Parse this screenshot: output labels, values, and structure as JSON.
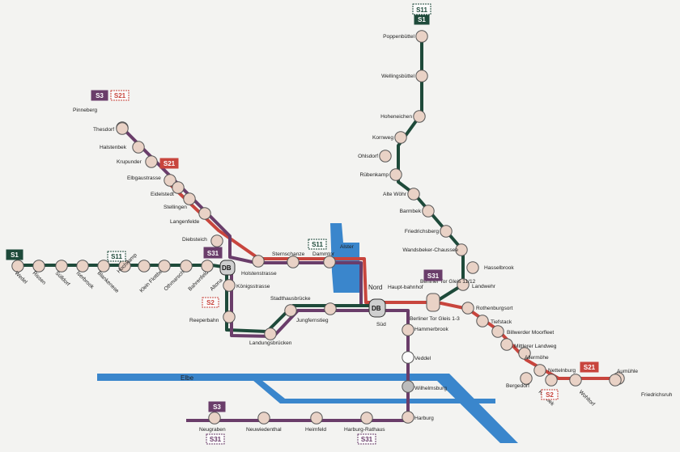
{
  "colors": {
    "S1": "#1e4a3a",
    "S11": "#1e4a3a",
    "S2": "#c8453d",
    "S21": "#c8453d",
    "S3": "#6a3d6a",
    "S31": "#6a3d6a",
    "water": "#3a86cc",
    "station": "#e9d2c6"
  },
  "water": {
    "river": "Elbe",
    "lake": "Alster"
  },
  "hub_labels": {
    "db": "DB",
    "north": "Nord",
    "south": "Süd"
  },
  "badges": [
    {
      "id": "s11-top",
      "text": "S11",
      "style": "outline"
    },
    {
      "id": "s1-top",
      "text": "S1",
      "style": "filled"
    },
    {
      "id": "s3-pinneberg",
      "text": "S3",
      "style": "filled"
    },
    {
      "id": "s21-pinneberg",
      "text": "S21",
      "style": "outline"
    },
    {
      "id": "s21-elbgau",
      "text": "S21",
      "style": "filled"
    },
    {
      "id": "s1-wedel",
      "text": "S1",
      "style": "filled"
    },
    {
      "id": "s11-west",
      "text": "S11",
      "style": "outline"
    },
    {
      "id": "s31-altona",
      "text": "S31",
      "style": "filled"
    },
    {
      "id": "s2-altona",
      "text": "S2",
      "style": "outline"
    },
    {
      "id": "s11-dammtor",
      "text": "S11",
      "style": "outline"
    },
    {
      "id": "s31-berliner",
      "text": "S31",
      "style": "filled"
    },
    {
      "id": "s21-aumuehle",
      "text": "S21",
      "style": "filled"
    },
    {
      "id": "s2-bergedorf",
      "text": "S2",
      "style": "outline"
    },
    {
      "id": "s3-neugraben",
      "text": "S3",
      "style": "filled"
    },
    {
      "id": "s31-neugraben",
      "text": "S31",
      "style": "outline"
    },
    {
      "id": "s31-harburg",
      "text": "S31",
      "style": "outline"
    }
  ],
  "stations": [
    {
      "id": "poppenbuettel",
      "name": "Poppenbüttel"
    },
    {
      "id": "wellingsbuettel",
      "name": "Wellingsbüttel"
    },
    {
      "id": "hoheneichen",
      "name": "Hoheneichen"
    },
    {
      "id": "kornweg",
      "name": "Kornweg"
    },
    {
      "id": "ohlsdorf",
      "name": "Ohlsdorf"
    },
    {
      "id": "ruebenkamp",
      "name": "Rübenkamp"
    },
    {
      "id": "alte-woehr",
      "name": "Alte Wöhr"
    },
    {
      "id": "barmbek",
      "name": "Barmbek"
    },
    {
      "id": "friedrichsberg",
      "name": "Friedrichsberg"
    },
    {
      "id": "wandsbeker-chaussee",
      "name": "Wandsbeker-Chaussee"
    },
    {
      "id": "hasselbrook",
      "name": "Hasselbrook"
    },
    {
      "id": "landwehr",
      "name": "Landwehr"
    },
    {
      "id": "berliner-tor-11-12",
      "name": "Berliner Tor Gleis 11/12"
    },
    {
      "id": "hauptbahnhof",
      "name": "Haupt-bahnhof"
    },
    {
      "id": "dammtor",
      "name": "Dammtor"
    },
    {
      "id": "sternschanze",
      "name": "Sternschanze"
    },
    {
      "id": "holstenstrasse",
      "name": "Holstenstrasse"
    },
    {
      "id": "pinneberg",
      "name": "Pinneberg"
    },
    {
      "id": "thesdorf",
      "name": "Thesdorf"
    },
    {
      "id": "halstenbek",
      "name": "Halstenbek"
    },
    {
      "id": "krupunder",
      "name": "Krupunder"
    },
    {
      "id": "elbgaustrasse",
      "name": "Elbgaustrasse"
    },
    {
      "id": "eidelstedt",
      "name": "Eidelstedt"
    },
    {
      "id": "stellingen",
      "name": "Stellingen"
    },
    {
      "id": "langenfelde",
      "name": "Langenfelde"
    },
    {
      "id": "diebsteich",
      "name": "Diebsteich"
    },
    {
      "id": "wedel",
      "name": "Wedel"
    },
    {
      "id": "rissen",
      "name": "Rissen"
    },
    {
      "id": "suelldorf",
      "name": "Sülldorf"
    },
    {
      "id": "iserbrook",
      "name": "Iserbrook"
    },
    {
      "id": "blankenese",
      "name": "Blankenese"
    },
    {
      "id": "hochkamp",
      "name": "Hochkamp"
    },
    {
      "id": "klein-flottbek",
      "name": "Klein Flottbek"
    },
    {
      "id": "othmarschen",
      "name": "Othmarschen"
    },
    {
      "id": "bahrenfeld",
      "name": "Bahrenfeld"
    },
    {
      "id": "altona",
      "name": "Altona"
    },
    {
      "id": "koenigstrasse",
      "name": "Königsstrasse"
    },
    {
      "id": "reeperbahn",
      "name": "Reeperbahn"
    },
    {
      "id": "landungsbruecken",
      "name": "Landungsbrücken"
    },
    {
      "id": "stadthausbruecke",
      "name": "Stadthausbrücke"
    },
    {
      "id": "jungfernstieg",
      "name": "Jungfernstieg"
    },
    {
      "id": "berliner-tor-1-3",
      "name": "Berliner Tor Gleis 1-3"
    },
    {
      "id": "hammerbrook",
      "name": "Hammerbrook"
    },
    {
      "id": "veddel",
      "name": "Veddel"
    },
    {
      "id": "wilhelmsburg",
      "name": "Wilhelmsburg"
    },
    {
      "id": "harburg",
      "name": "Harburg"
    },
    {
      "id": "harburg-rathaus",
      "name": "Harburg-Rathaus"
    },
    {
      "id": "heimfeld",
      "name": "Heimfeld"
    },
    {
      "id": "neuwiedenthal",
      "name": "Neuwiedenthal"
    },
    {
      "id": "neugraben",
      "name": "Neugraben"
    },
    {
      "id": "rothenburgsort",
      "name": "Rothenburgsort"
    },
    {
      "id": "tiefstack",
      "name": "Tiefstack"
    },
    {
      "id": "billwerder-moorfleet",
      "name": "Billwerder Moorfleet"
    },
    {
      "id": "mittlerer-landweg",
      "name": "Mittlerer Landweg"
    },
    {
      "id": "allermoehe",
      "name": "Allermöhe"
    },
    {
      "id": "nettelnburg",
      "name": "Nettelnburg"
    },
    {
      "id": "bergedorf",
      "name": "Bergedorf"
    },
    {
      "id": "reinbek",
      "name": "Reinbek"
    },
    {
      "id": "wohltorf",
      "name": "Wohltorf"
    },
    {
      "id": "aumuehle",
      "name": "Aumühle"
    },
    {
      "id": "friedrichsruh",
      "name": "Friedrichsruh"
    }
  ]
}
